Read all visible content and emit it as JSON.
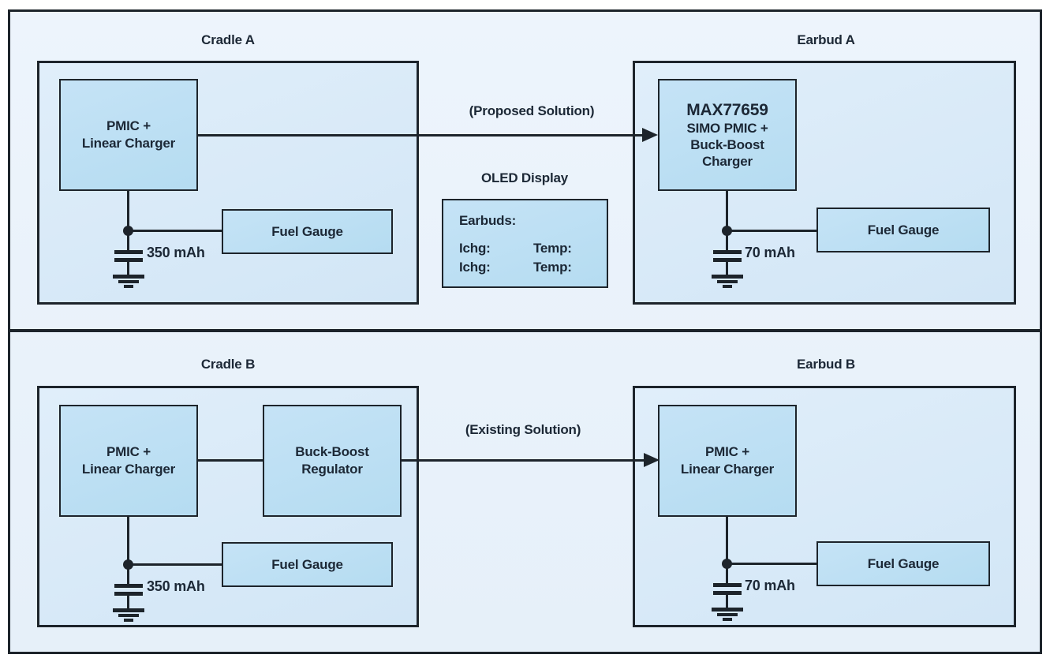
{
  "colors": {
    "line": "#1d242b",
    "text": "#1c2836",
    "block_fill": "#bde0f3",
    "box_fill": "#d8eaf8",
    "panel_fill": "#eaf2fb",
    "page_background": "#ffffff"
  },
  "top": {
    "cradle_title": "Cradle A",
    "earbud_title": "Earbud A",
    "arrow_label": "(Proposed Solution)",
    "cradle_block": {
      "line1": "PMIC +",
      "line2": "Linear Charger"
    },
    "earbud_block": {
      "line1": "MAX77659",
      "line2": "SIMO PMIC +",
      "line3": "Buck-Boost",
      "line4": "Charger"
    },
    "cradle_fuel_gauge": "Fuel Gauge",
    "earbud_fuel_gauge": "Fuel Gauge",
    "cradle_battery": "350 mAh",
    "earbud_battery": "70 mAh",
    "oled": {
      "title": "OLED Display",
      "header": "Earbuds:",
      "rows": [
        {
          "ichg": "Ichg:",
          "temp": "Temp:"
        },
        {
          "ichg": "Ichg:",
          "temp": "Temp:"
        }
      ]
    }
  },
  "bottom": {
    "cradle_title": "Cradle B",
    "earbud_title": "Earbud B",
    "arrow_label": "(Existing Solution)",
    "cradle_block_pmic": {
      "line1": "PMIC +",
      "line2": "Linear Charger"
    },
    "cradle_block_buckboost": {
      "line1": "Buck-Boost",
      "line2": "Regulator"
    },
    "earbud_block": {
      "line1": "PMIC +",
      "line2": "Linear Charger"
    },
    "cradle_fuel_gauge": "Fuel Gauge",
    "earbud_fuel_gauge": "Fuel Gauge",
    "cradle_battery": "350 mAh",
    "earbud_battery": "70 mAh"
  }
}
